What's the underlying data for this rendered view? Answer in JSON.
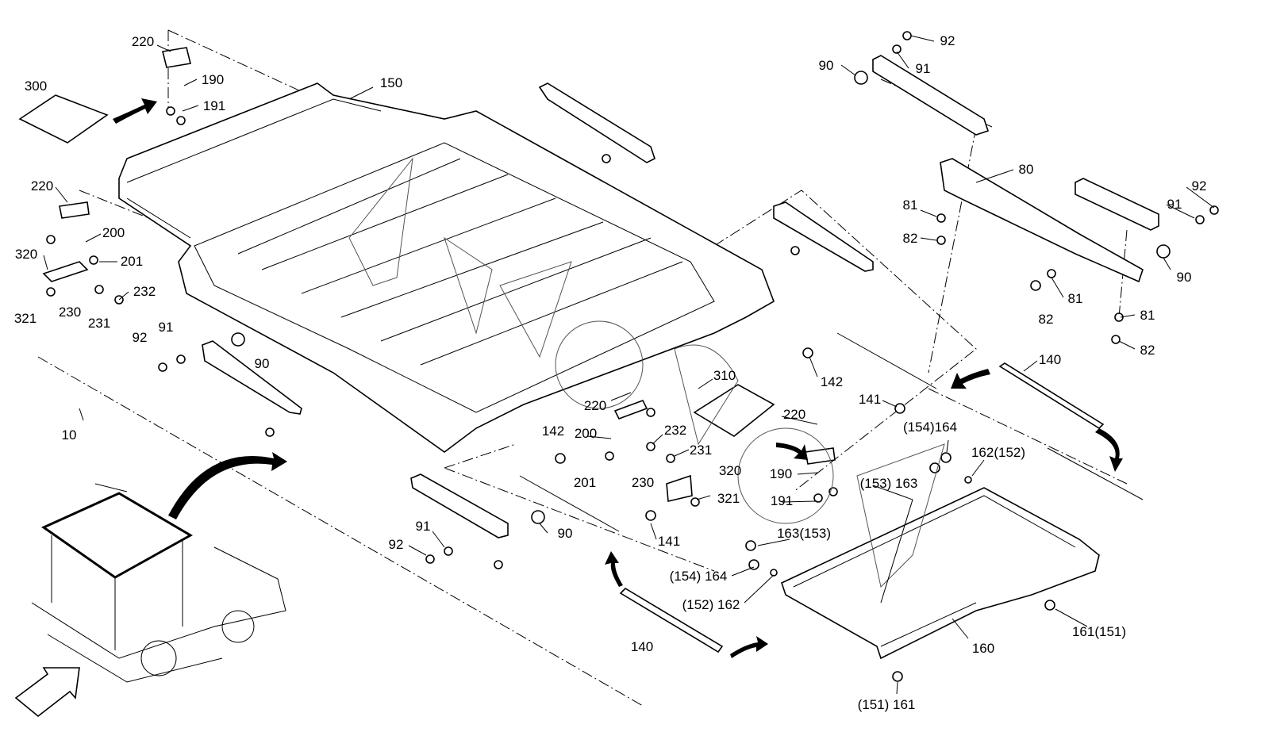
{
  "diagram": {
    "labels": [
      "220",
      "190",
      "191",
      "300",
      "150",
      "220",
      "200",
      "201",
      "320",
      "232",
      "321",
      "230",
      "231",
      "92",
      "91",
      "90",
      "10",
      "90",
      "91",
      "92",
      "80",
      "81",
      "82",
      "92",
      "91",
      "90",
      "81",
      "82",
      "81",
      "82",
      "142",
      "141",
      "140",
      "310",
      "220",
      "220",
      "142",
      "232",
      "200",
      "231",
      "(154)164",
      "162(152)",
      "190",
      "(153) 163",
      "201",
      "230",
      "320",
      "191",
      "321",
      "90",
      "91",
      "92",
      "141",
      "163(153)",
      "(154) 164",
      "(152) 162",
      "140",
      "160",
      "161(151)",
      "(151) 161"
    ],
    "line_color": "#000000",
    "background": "#ffffff"
  }
}
